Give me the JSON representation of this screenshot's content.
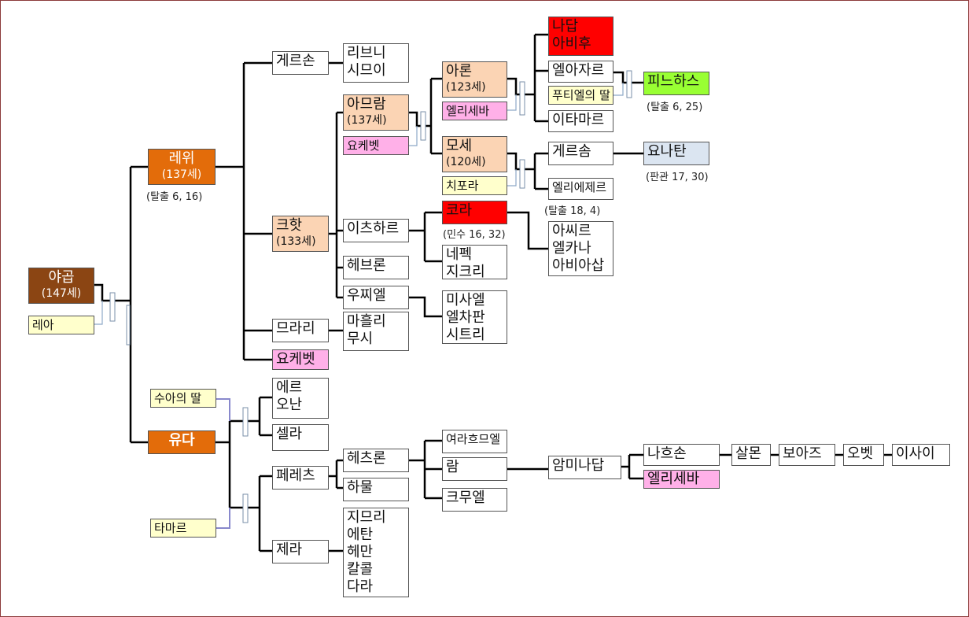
{
  "nodes": {
    "jacob": {
      "name": "야곱",
      "sub": "(147세)"
    },
    "leah": {
      "name": "레아"
    },
    "levi": {
      "name": "레위",
      "sub": "(137세)",
      "note": "(탈출 6, 16)"
    },
    "judah": {
      "name": "유다"
    },
    "gershon": {
      "name": "게르손"
    },
    "libni": {
      "lines": [
        "리브니",
        "시므이"
      ]
    },
    "kohath": {
      "name": "크핫",
      "sub": "(133세)"
    },
    "merari": {
      "name": "므라리"
    },
    "jochebed1": {
      "name": "요케벳"
    },
    "amram": {
      "name": "아므람",
      "sub": "(137세)"
    },
    "jochebed2": {
      "name": "요케벳"
    },
    "izhar": {
      "name": "이츠하르"
    },
    "hebron": {
      "name": "헤브론"
    },
    "uzziel": {
      "name": "우찌엘"
    },
    "mahli": {
      "lines": [
        "마흘리",
        "무시"
      ]
    },
    "aaron": {
      "name": "아론",
      "sub": "(123세)"
    },
    "elisheba1": {
      "name": "엘리세바"
    },
    "moses": {
      "name": "모세",
      "sub": "(120세)"
    },
    "zipporah": {
      "name": "치포라"
    },
    "korah": {
      "name": "코라",
      "note": "(민수 16, 32)"
    },
    "nepheg": {
      "lines": [
        "네펙",
        "지크리"
      ]
    },
    "mishael": {
      "lines": [
        "미사엘",
        "엘차판",
        "시트리"
      ]
    },
    "nadab": {
      "lines": [
        "나답",
        "아비후"
      ]
    },
    "eleazar": {
      "name": "엘아자르"
    },
    "putiel": {
      "name": "푸티엘의 딸"
    },
    "ithamar": {
      "name": "이타마르"
    },
    "phinehas": {
      "name": "피느하스",
      "note": "(탈출 6, 25)"
    },
    "gershom": {
      "name": "게르솜"
    },
    "eliezer": {
      "name": "엘리에제르",
      "note": "(탈출 18, 4)"
    },
    "jonathan": {
      "name": "요나탄",
      "note": "(판관 17, 30)"
    },
    "assir": {
      "lines": [
        "아씨르",
        "엘카나",
        "아비아삽"
      ]
    },
    "shua": {
      "name": "수아의 딸"
    },
    "tamar": {
      "name": "타마르"
    },
    "er": {
      "lines": [
        "에르",
        "오난"
      ]
    },
    "shelah": {
      "name": "셀라"
    },
    "perez": {
      "name": "페레츠"
    },
    "zerah": {
      "name": "제라"
    },
    "hezron": {
      "name": "헤츠론"
    },
    "hamul": {
      "name": "하물"
    },
    "zimri": {
      "lines": [
        "지므리",
        "에탄",
        "헤만",
        "칼콜",
        "다라"
      ]
    },
    "jerahmeel": {
      "name": "여라흐므엘"
    },
    "ram": {
      "name": "람"
    },
    "chelubai": {
      "name": "크무엘"
    },
    "amminadab": {
      "name": "암미나답"
    },
    "nahshon": {
      "name": "나흐손"
    },
    "elisheba2": {
      "name": "엘리세바"
    },
    "salmon": {
      "name": "살몬"
    },
    "boaz": {
      "name": "보아즈"
    },
    "obed": {
      "name": "오벳"
    },
    "jesse": {
      "name": "이사이"
    }
  },
  "colors": {
    "patriarch": "#8b4513",
    "tribe_head": "#e36c0a",
    "ancestor": "#fbd4b4",
    "wife_pink": "#ffb0e8",
    "wife_yellow": "#ffffcc",
    "judged": "#ff0000",
    "priest_line": "#99ff33",
    "jonathan": "#dbe5f1",
    "marriage_line": "#8888cc"
  }
}
